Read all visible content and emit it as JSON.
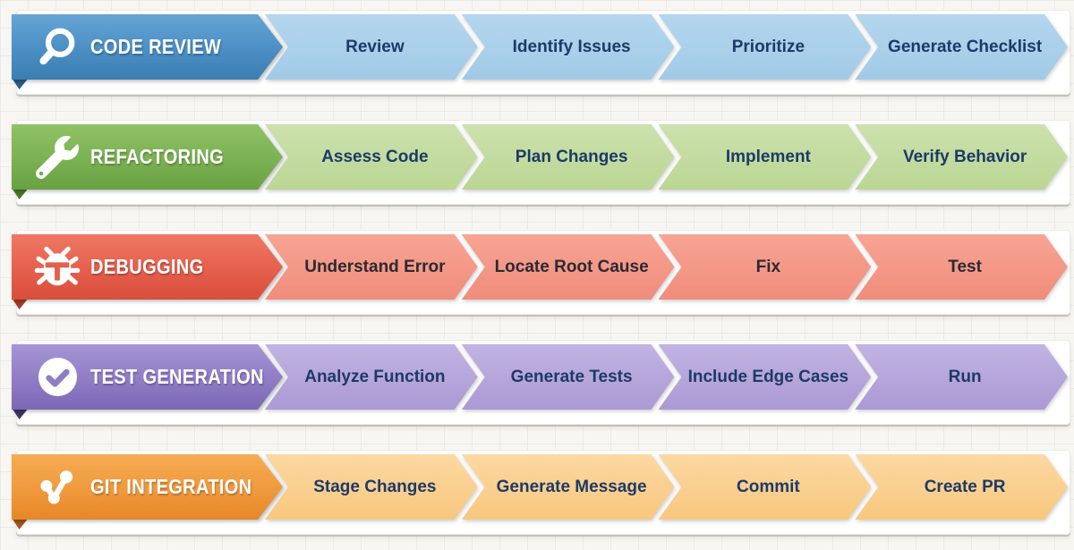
{
  "background_color": "#f7f6f2",
  "rows": [
    {
      "title": "CODE REVIEW",
      "icon": "search-icon",
      "steps": [
        "Review",
        "Identify Issues",
        "Prioritize",
        "Generate Checklist"
      ],
      "colors": {
        "header_top": "#66a5d4",
        "header_mid": "#4a8ec4",
        "header_bottom": "#3c7eb0",
        "fold": "#2b5d86",
        "step_top": "#b4d6ee",
        "step_bottom": "#a1cae7",
        "step_text": "#1d3a66"
      }
    },
    {
      "title": "REFACTORING",
      "icon": "wrench-icon",
      "steps": [
        "Assess Code",
        "Plan Changes",
        "Implement",
        "Verify Behavior"
      ],
      "colors": {
        "header_top": "#90c266",
        "header_mid": "#7ab152",
        "header_bottom": "#68a043",
        "fold": "#48762b",
        "step_top": "#cce1ad",
        "step_bottom": "#bad694",
        "step_text": "#1d3a66"
      }
    },
    {
      "title": "DEBUGGING",
      "icon": "bug-icon",
      "steps": [
        "Understand Error",
        "Locate Root Cause",
        "Fix",
        "Test"
      ],
      "colors": {
        "header_top": "#ee7864",
        "header_mid": "#e55f4c",
        "header_bottom": "#d84e3b",
        "fold": "#a63a27",
        "step_top": "#f8a494",
        "step_bottom": "#f08c7b",
        "step_text": "#2b2a31"
      }
    },
    {
      "title": "TEST GENERATION",
      "icon": "check-circle-icon",
      "steps": [
        "Analyze Function",
        "Generate Tests",
        "Include Edge Cases",
        "Run"
      ],
      "colors": {
        "header_top": "#a495d4",
        "header_mid": "#8f7cc5",
        "header_bottom": "#7b67b5",
        "fold": "#3f3566",
        "step_top": "#c1b3e2",
        "step_bottom": "#ab99d4",
        "step_text": "#1d3a66"
      }
    },
    {
      "title": "GIT INTEGRATION",
      "icon": "git-branch-icon",
      "steps": [
        "Stage Changes",
        "Generate Message",
        "Commit",
        "Create PR"
      ],
      "colors": {
        "header_top": "#f6ab52",
        "header_mid": "#f0993d",
        "header_bottom": "#e68727",
        "fold": "#a5561f",
        "step_top": "#fcd8a2",
        "step_bottom": "#f8c77e",
        "step_text": "#1d3a66"
      }
    }
  ]
}
